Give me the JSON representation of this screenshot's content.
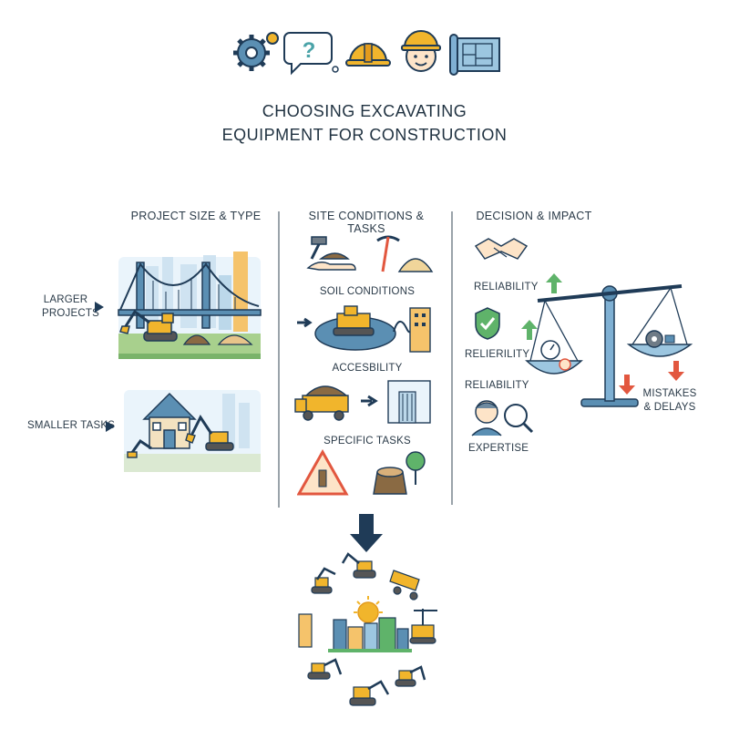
{
  "header": {
    "title_line1": "CHOOSING EXCAVATING",
    "title_line2": "EQUIPMENT FOR CONSTRUCTION",
    "icons": [
      "gears-icon",
      "question-bubble-icon",
      "hard-hat-icon",
      "worker-face-icon",
      "blueprint-icon"
    ]
  },
  "columns": {
    "project": {
      "heading": "PROJECT SIZE & TYPE",
      "larger_label_line1": "LARGER",
      "larger_label_line2": "PROJECTS",
      "smaller_label": "SMALLER TASKS"
    },
    "site": {
      "heading": "SITE CONDITIONS & TASKS",
      "soil": "SOIL CONDITIONS",
      "access": "ACCESBILITY",
      "tasks": "SPECIFIC TASKS"
    },
    "decision": {
      "heading": "DECISION & IMPACT",
      "reliability1": "RELIABILITY",
      "reliability2": "RELIERILITY",
      "reliability3": "RELIABILITY",
      "expertise": "EXPERTISE",
      "mistakes_line1": "MISTAKES",
      "mistakes_line2": "& DELAYS"
    }
  },
  "colors": {
    "navy": "#1f3b57",
    "yellow": "#f1b52c",
    "blue": "#5b8fb3",
    "green": "#5fb36a",
    "red": "#e2573f",
    "teal": "#4aa3a8"
  }
}
